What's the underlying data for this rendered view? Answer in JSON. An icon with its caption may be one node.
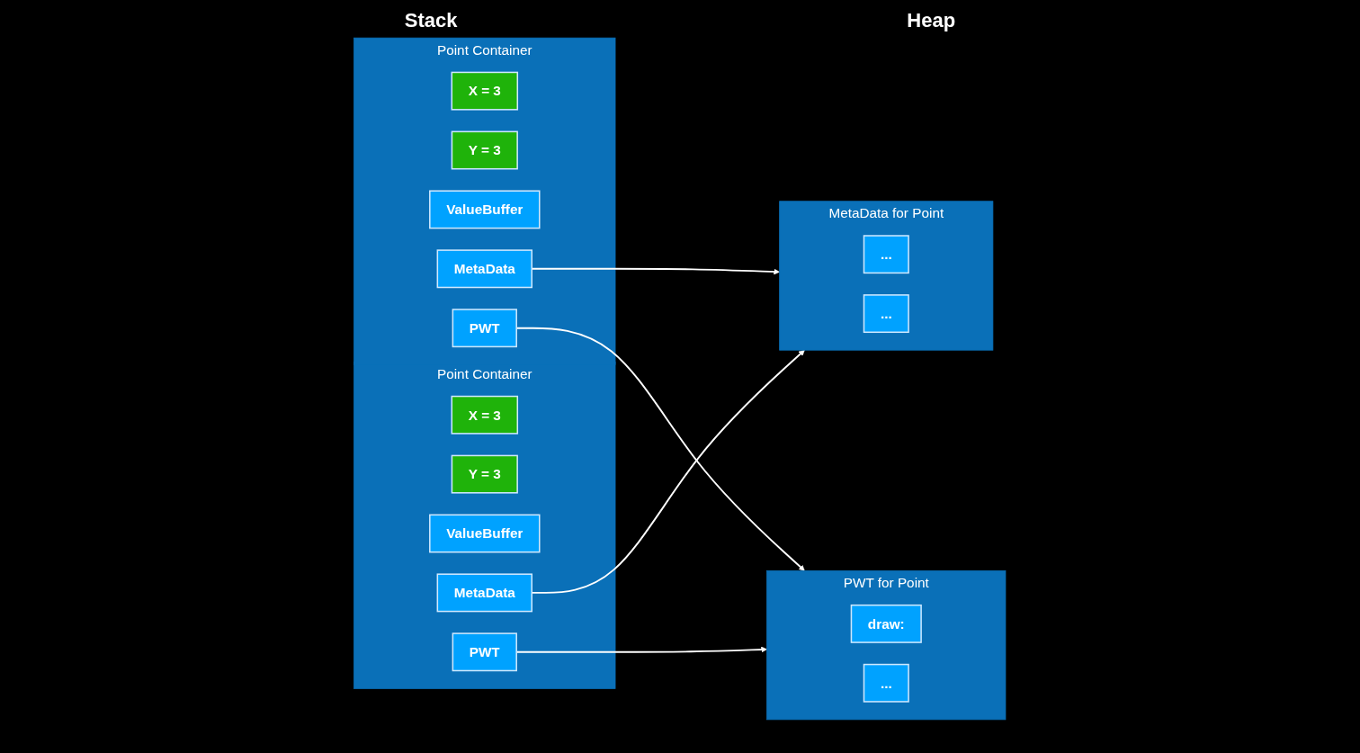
{
  "diagram": {
    "nodes": [
      {
        "text": [
          "Point Container"
        ]
      },
      {
        "text": [
          "X = 3"
        ],
        "in": 0
      },
      {
        "text": [
          "Y = 3"
        ],
        "in": 0
      },
      {
        "text": [
          "ValueBuffer"
        ],
        "in": 0
      },
      {
        "text": [
          "MetaData"
        ],
        "in": 0
      },
      {
        "text": [
          "PWT"
        ],
        "in": 0
      },
      {
        "text": [
          "Point Container"
        ]
      },
      {
        "text": [
          "X = 3"
        ],
        "in": 6
      },
      {
        "text": [
          "Y = 3"
        ],
        "in": 6
      },
      {
        "text": [
          "ValueBuffer"
        ],
        "in": 6
      },
      {
        "text": [
          "MetaData"
        ],
        "in": 6
      },
      {
        "text": [
          "PWT"
        ],
        "in": 6
      },
      {
        "text": [
          "MetaData for Point"
        ]
      },
      {
        "text": [
          "..."
        ],
        "in": 12
      },
      {
        "text": [
          "..."
        ],
        "in": 12
      },
      {
        "text": [
          "PWT for Point"
        ]
      },
      {
        "text": [
          "draw:"
        ],
        "in": 15
      },
      {
        "text": [
          "..."
        ],
        "in": 15
      }
    ],
    "edges": [
      {
        "from": 4,
        "to": 12,
        "arrow": "to"
      },
      {
        "from": 5,
        "to": 15,
        "arrow": "to"
      },
      {
        "from": 10,
        "to": 12,
        "arrow": "to"
      },
      {
        "from": 11,
        "to": 15,
        "arrow": "to"
      }
    ],
    "labels": [
      "Stack",
      "Heap"
    ]
  }
}
